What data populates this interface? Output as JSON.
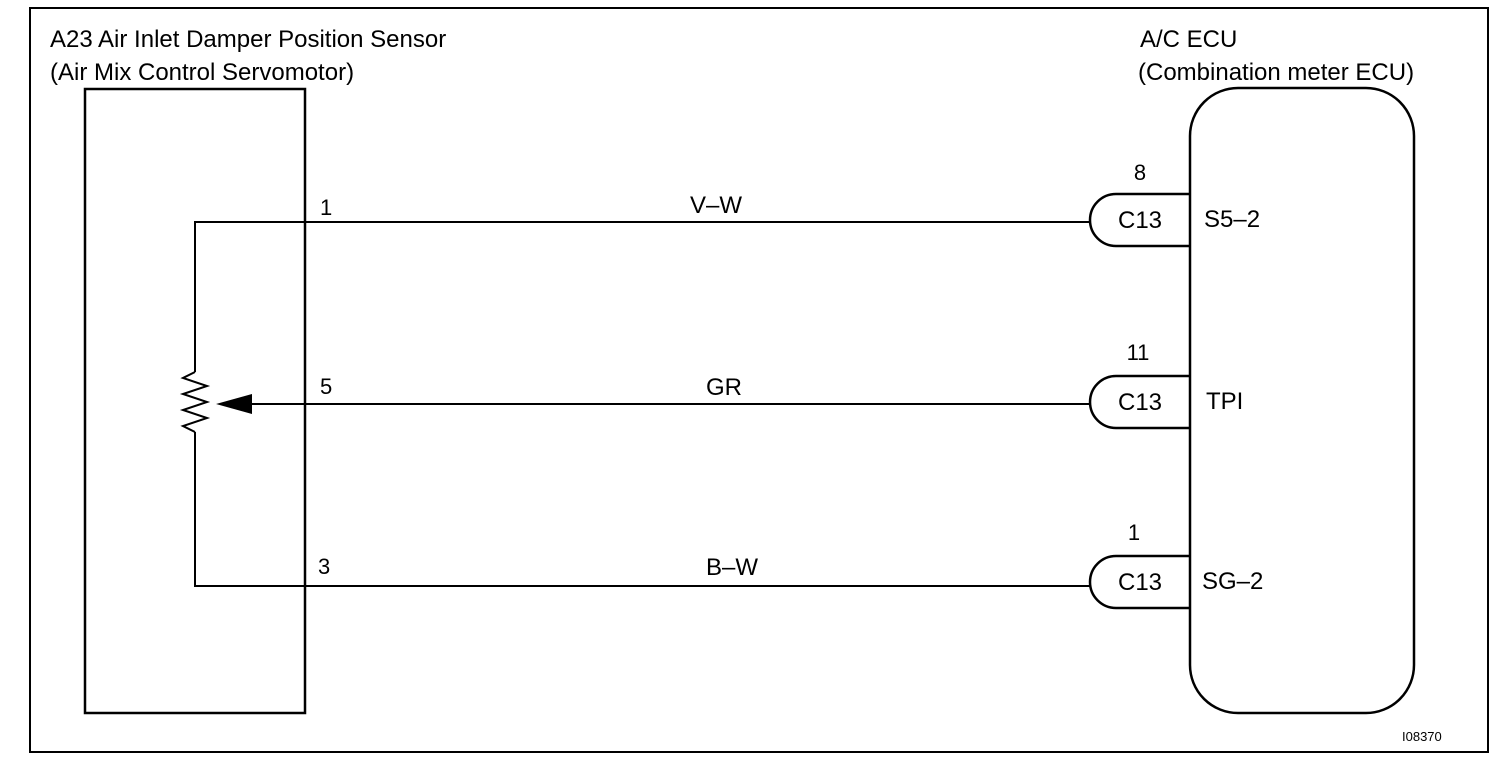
{
  "sensor": {
    "title_line1": "A23 Air Inlet Damper Position Sensor",
    "title_line2": "(Air Mix Control Servomotor)"
  },
  "ecu": {
    "title_line1": "A/C ECU",
    "title_line2": "(Combination meter ECU)"
  },
  "wires": [
    {
      "sensor_pin": "1",
      "color": "V–W",
      "ecu_pin": "8",
      "connector": "C13",
      "terminal": "S5–2"
    },
    {
      "sensor_pin": "5",
      "color": "GR",
      "ecu_pin": "11",
      "connector": "C13",
      "terminal": "TPI"
    },
    {
      "sensor_pin": "3",
      "color": "B–W",
      "ecu_pin": "1",
      "connector": "C13",
      "terminal": "SG–2"
    }
  ],
  "figure_id": "I08370"
}
